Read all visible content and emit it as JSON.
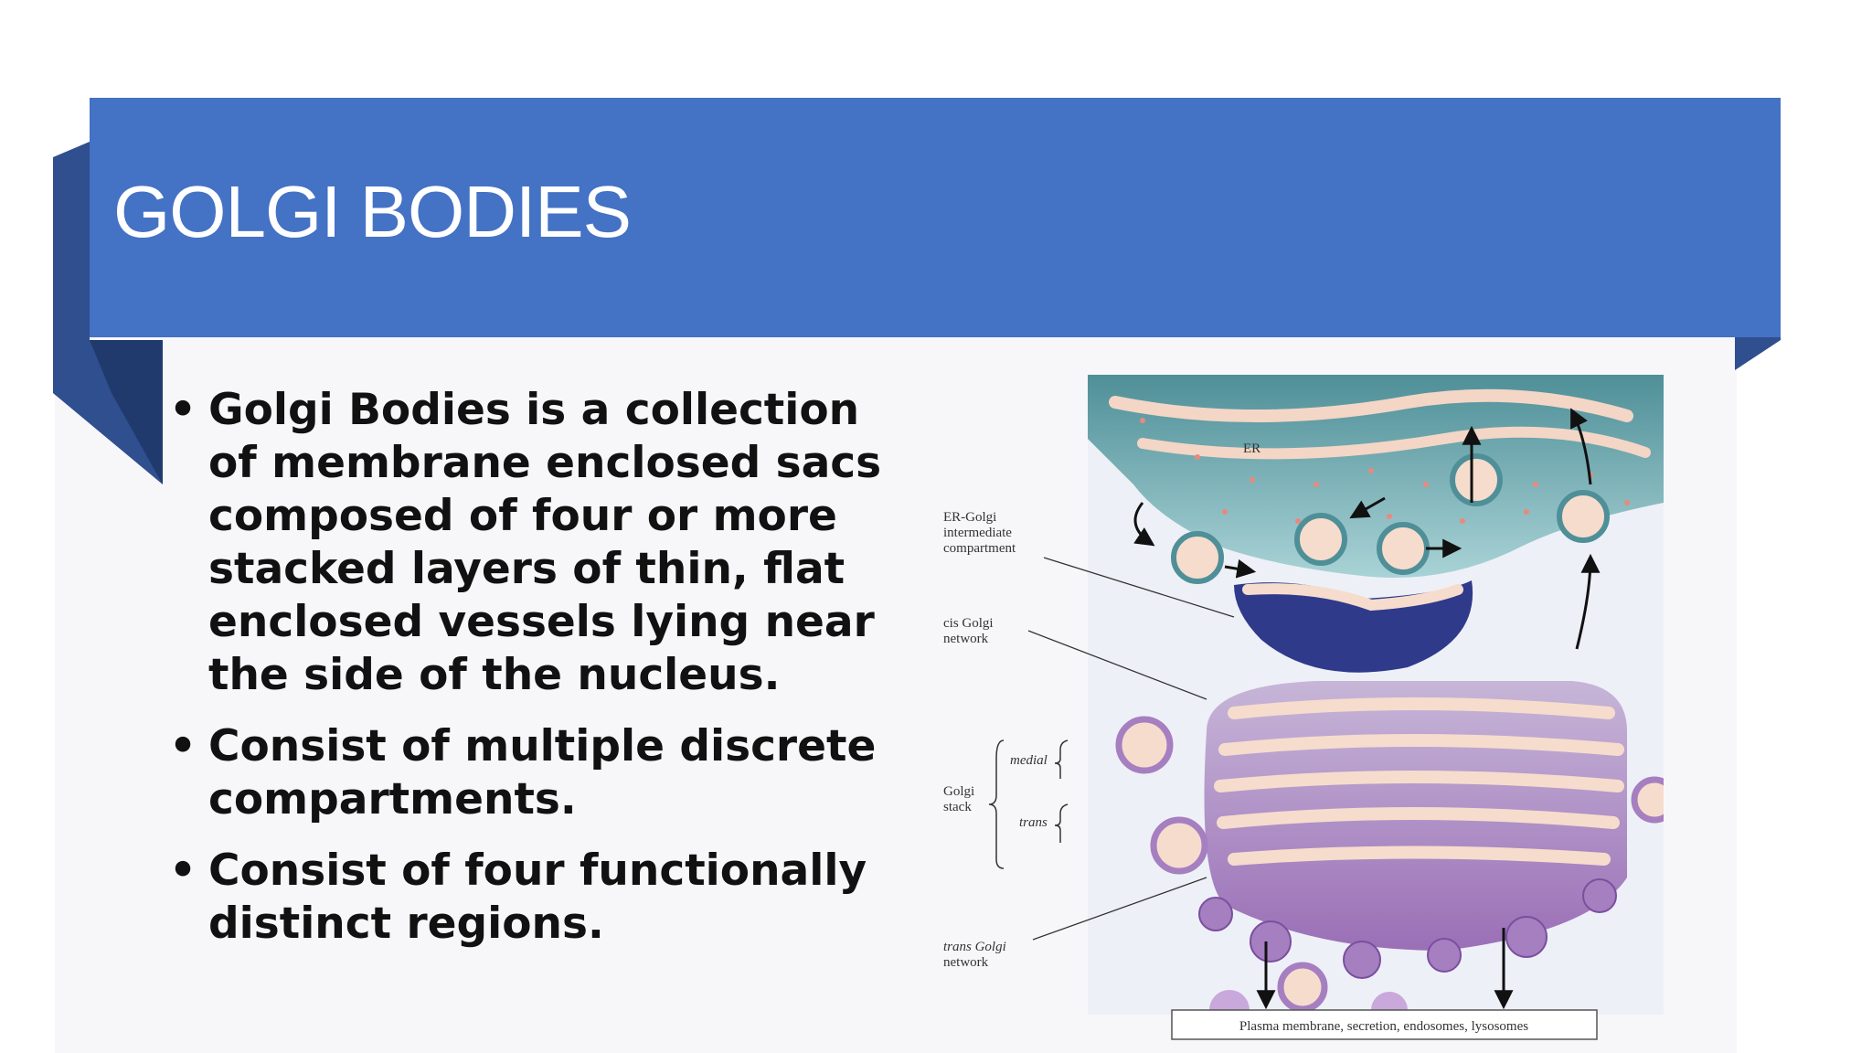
{
  "slide": {
    "title": "GOLGI BODIES",
    "bullets": [
      "Golgi Bodies is a collection of membrane enclosed sacs composed of four or more stacked layers of thin, flat enclosed vessels lying near the side of the nucleus.",
      "Consist of multiple discrete compartments.",
      "Consist of four functionally distinct regions."
    ],
    "bullet_glyph": "•",
    "colors": {
      "title_band": "#4472c4",
      "ribbon_dark": "#2f4f8f",
      "text": "#111111"
    }
  },
  "figure": {
    "labels": {
      "er": "ER",
      "er_golgi": [
        "ER-Golgi",
        "intermediate",
        "compartment"
      ],
      "cis_golgi": [
        "cis Golgi",
        "network"
      ],
      "golgi_stack": [
        "Golgi",
        "stack"
      ],
      "medial": "medial",
      "trans": "trans",
      "trans_golgi": [
        "trans Golgi",
        "network"
      ],
      "destination": "Plasma membrane, secretion, endosomes, lysosomes"
    }
  }
}
